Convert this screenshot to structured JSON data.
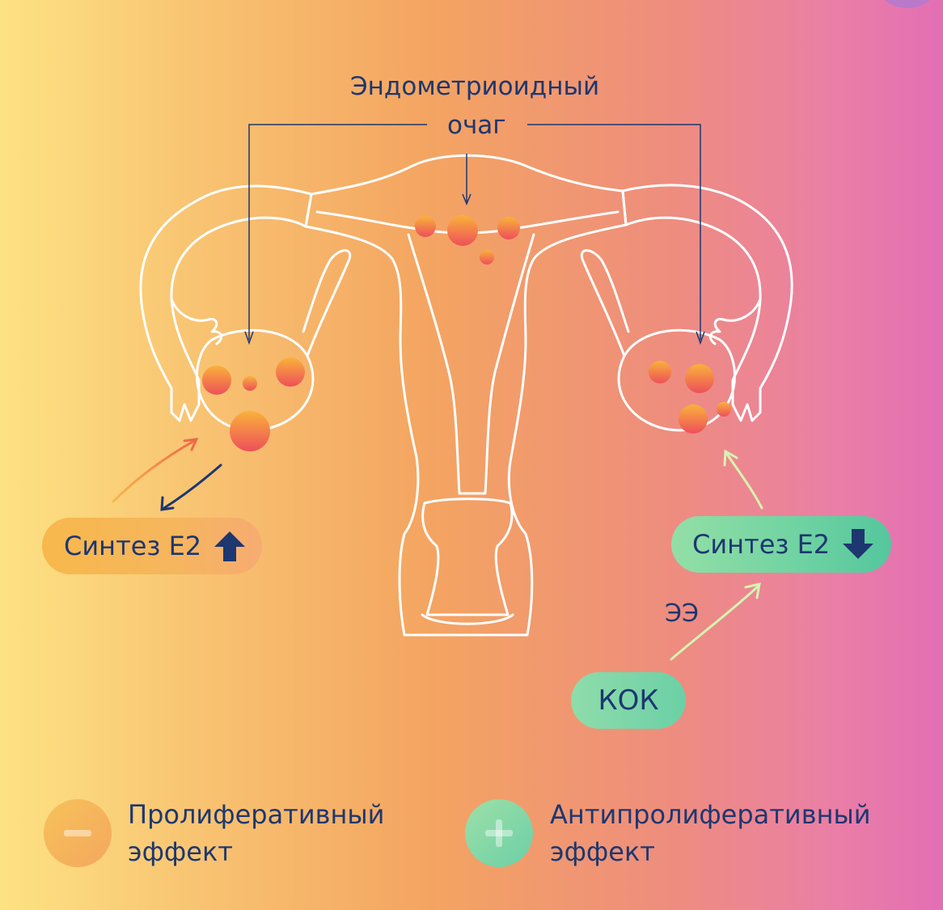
{
  "diagram": {
    "focus_label_line1": "Эндометриоидный",
    "focus_label_line2": "очаг",
    "left_pill_label": "Синтез Е2",
    "left_pill_arrow": "arrow-up-icon",
    "right_pill_label": "Синтез Е2",
    "right_pill_arrow": "arrow-down-icon",
    "kok_label": "КОК",
    "ee_label": "ЭЭ"
  },
  "legend": {
    "proliferative_line1": "Пролиферативный",
    "proliferative_line2": "эффект",
    "proliferative_icon": "minus-icon",
    "antiproliferative_line1": "Антипролиферативный",
    "antiproliferative_line2": "эффект",
    "antiproliferative_icon": "plus-icon"
  },
  "colors": {
    "text": "#1d3770",
    "proliferative": "#f6b654",
    "antiproliferative": "#6ed2a2",
    "lesion": "#f3653d"
  }
}
